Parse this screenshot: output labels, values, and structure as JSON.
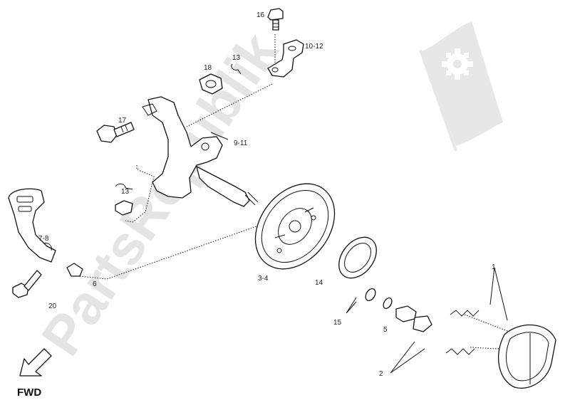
{
  "watermark": {
    "text": "PartsRepublik",
    "icon": "gear-flag-icon"
  },
  "labels": {
    "p16": "16",
    "p10_12": "10-12",
    "p13a": "13",
    "p18": "18",
    "p17": "17",
    "p9_11": "9-11",
    "p13b": "13",
    "p7_8": "7-8",
    "p6": "6",
    "p20": "20",
    "p3_4": "3-4",
    "p14": "14",
    "p15": "15",
    "p5": "5",
    "p2": "2",
    "p1": "1"
  },
  "direction": {
    "text": "FWD",
    "icon": "arrow-down-left-icon"
  }
}
